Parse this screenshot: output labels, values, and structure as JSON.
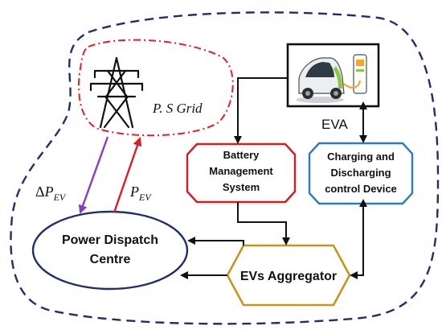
{
  "nodes": {
    "grid": {
      "label": "P. S Grid"
    },
    "eva": {
      "label": "EVA"
    },
    "bms": {
      "lines": [
        "Battery",
        "Management",
        "System"
      ]
    },
    "cdcd": {
      "lines": [
        "Charging and",
        "Discharging",
        "control Device"
      ]
    },
    "dispatch": {
      "lines": [
        "Power Dispatch",
        "Centre"
      ]
    },
    "aggregator": {
      "label": "EVs Aggregator"
    }
  },
  "flows": {
    "delta_p_ev": {
      "prefix": "Δ",
      "symbol": "P",
      "subscript": "EV"
    },
    "p_ev": {
      "symbol": "P",
      "subscript": "EV"
    }
  },
  "colors": {
    "boundary": "#1f2f6b",
    "grid_outline": "#e0202a",
    "bms_outline": "#d21c24",
    "cdcd_outline": "#2b7bc4",
    "dispatch_outline": "#1f2f6b",
    "aggregator_outline": "#c8941e",
    "delta_arrow": "#8a3dbf",
    "p_arrow": "#e01b24",
    "connector": "#111111"
  },
  "icons": {
    "tower": "transmission-tower-icon",
    "ev": "electric-car-charging-icon"
  }
}
